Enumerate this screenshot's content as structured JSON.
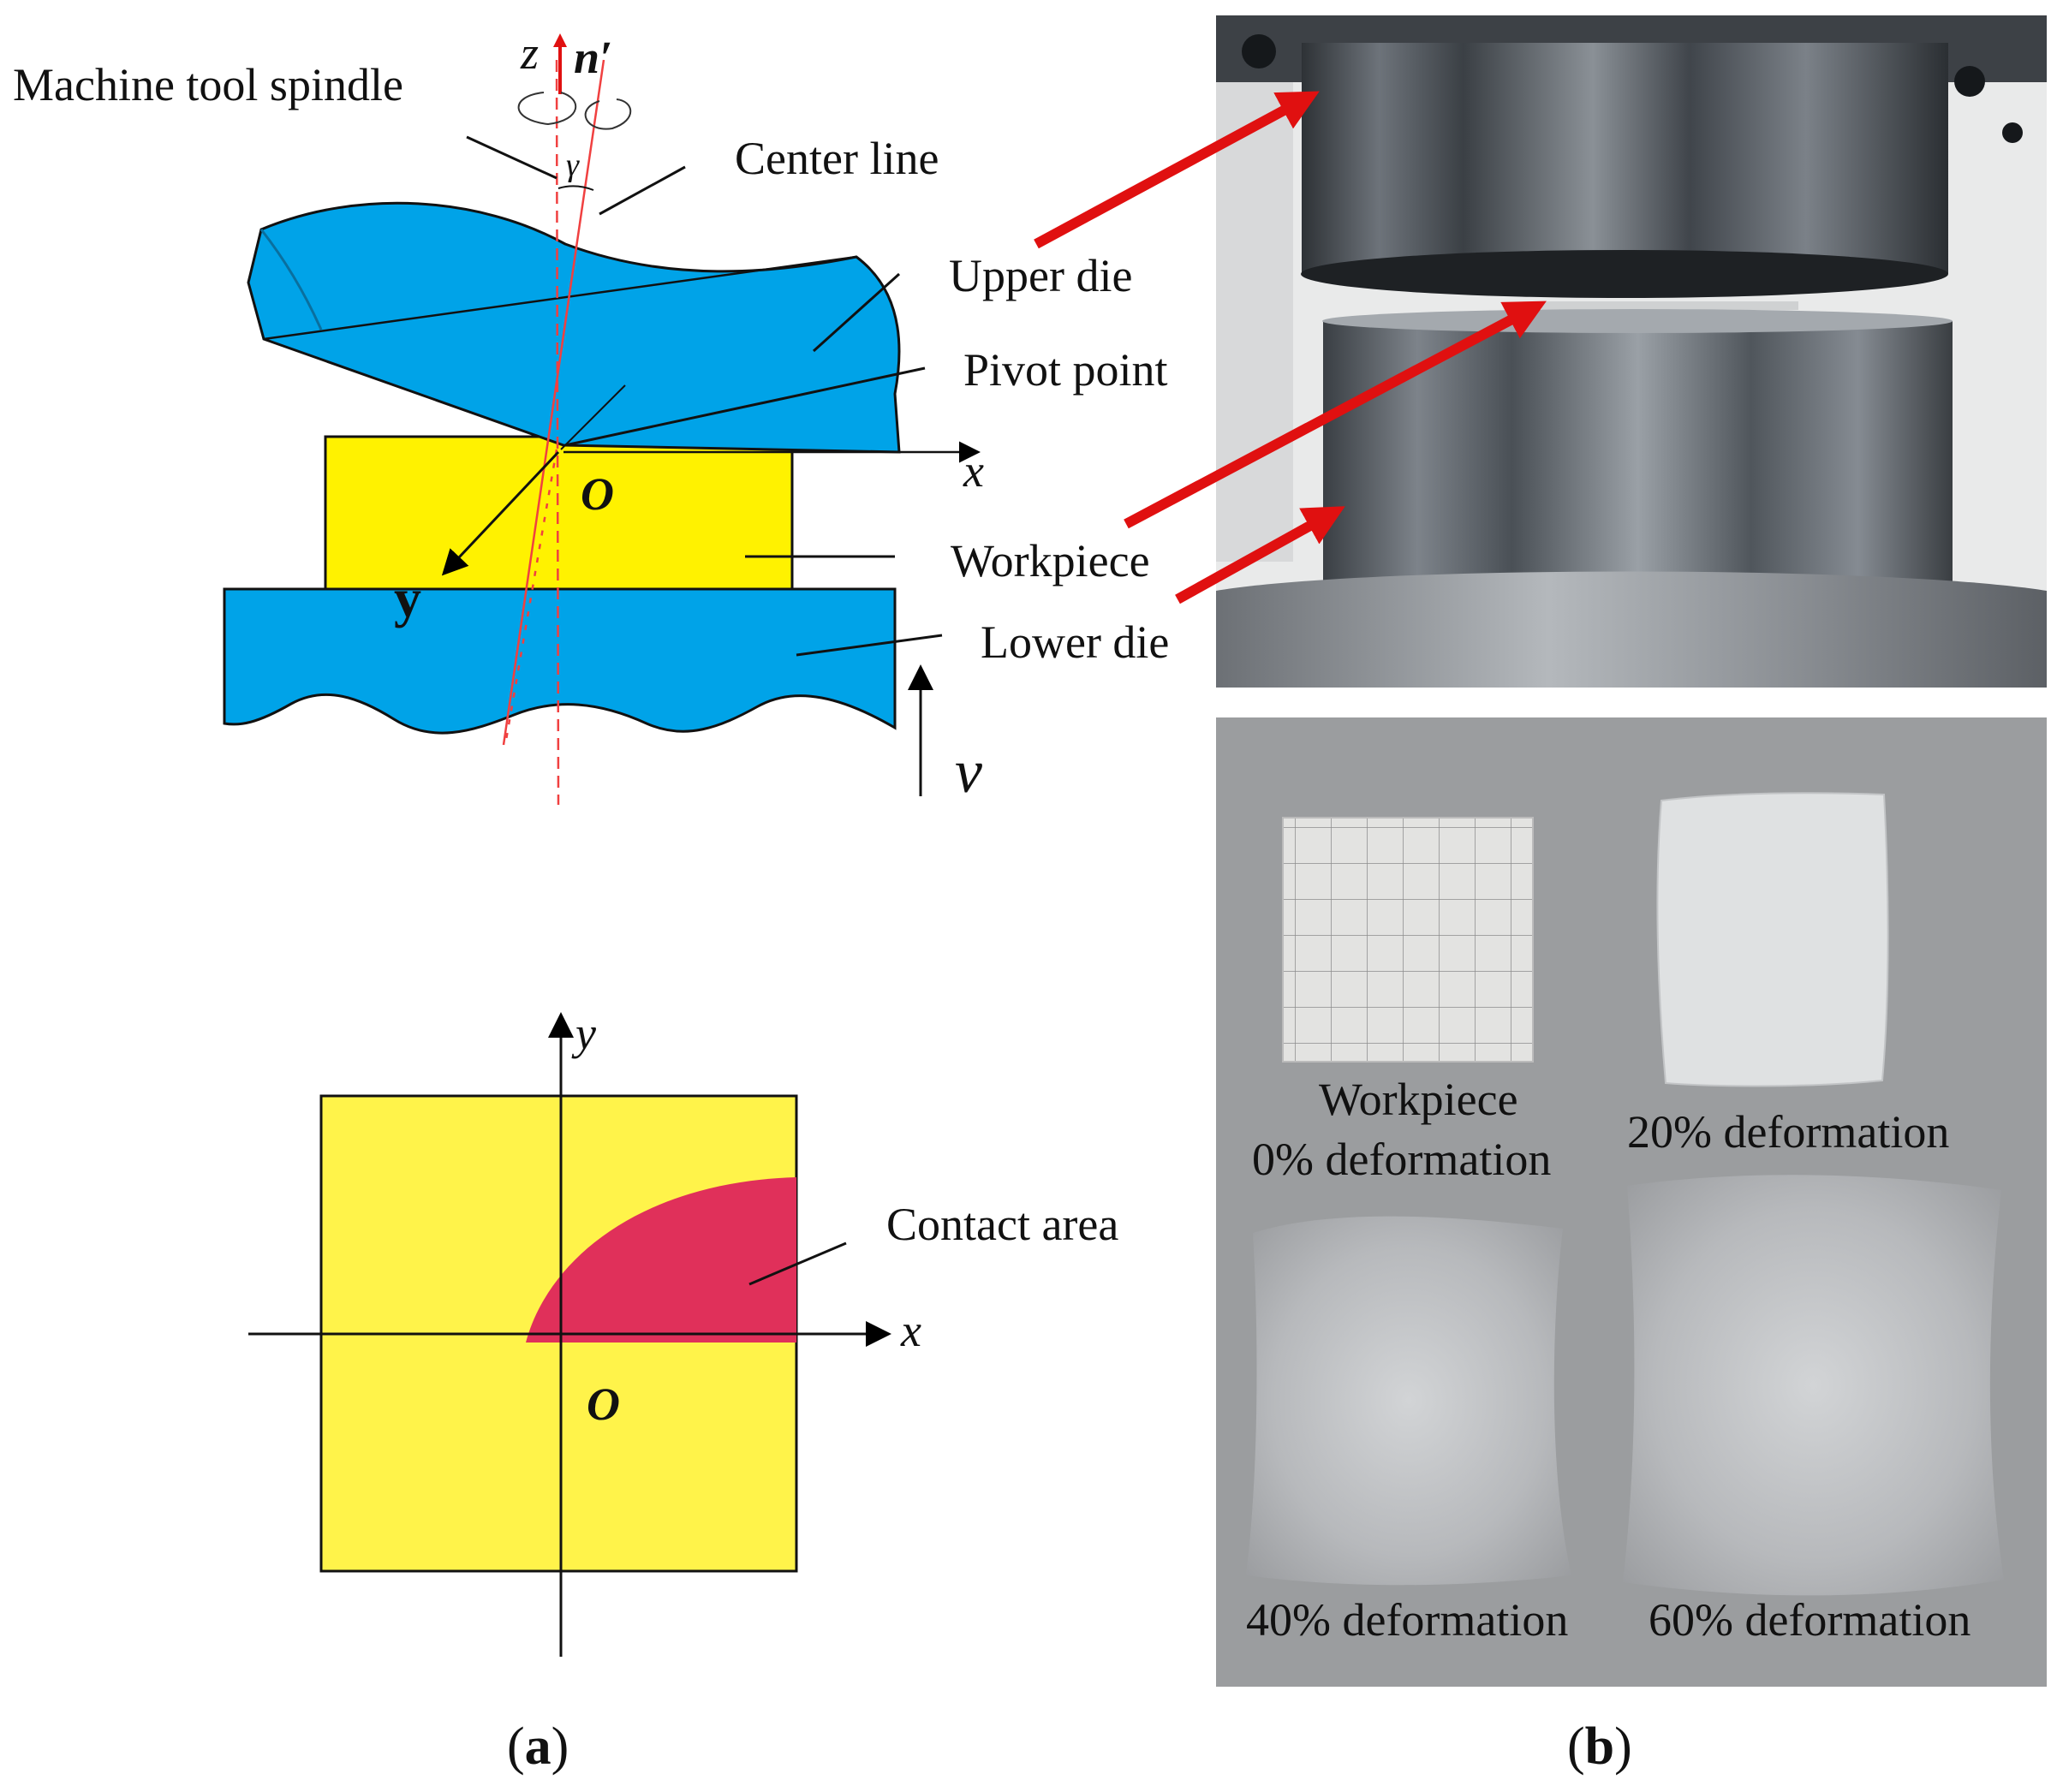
{
  "panel_a": {
    "labels": {
      "spindle": "Machine tool spindle",
      "z_axis": "z",
      "n_prime": "n′",
      "gamma": "γ",
      "center_line": "Center line",
      "upper_die": "Upper die",
      "pivot_point": "Pivot point",
      "x_axis": "x",
      "origin": "O",
      "y_axis": "y",
      "workpiece": "Workpiece",
      "lower_die": "Lower die",
      "velocity": "v"
    },
    "plan_view": {
      "y_axis": "y",
      "x_axis": "x",
      "origin": "O",
      "contact_area": "Contact area"
    },
    "caption_open": "(",
    "caption_letter": "a",
    "caption_close": ")"
  },
  "panel_b": {
    "samples": {
      "workpiece_line1": "Workpiece",
      "workpiece_line2": "0% deformation",
      "s20": "20% deformation",
      "s40": "40% deformation",
      "s60": "60% deformation"
    },
    "caption_open": "(",
    "caption_letter": "b",
    "caption_close": ")"
  },
  "colors": {
    "die_blue": "#00A3E8",
    "workpiece_yellow": "#FFF200",
    "plan_yellow": "#FFF34A",
    "contact_red": "#E0305A",
    "arrow_red": "#E01010",
    "axis_red": "#F04040"
  }
}
